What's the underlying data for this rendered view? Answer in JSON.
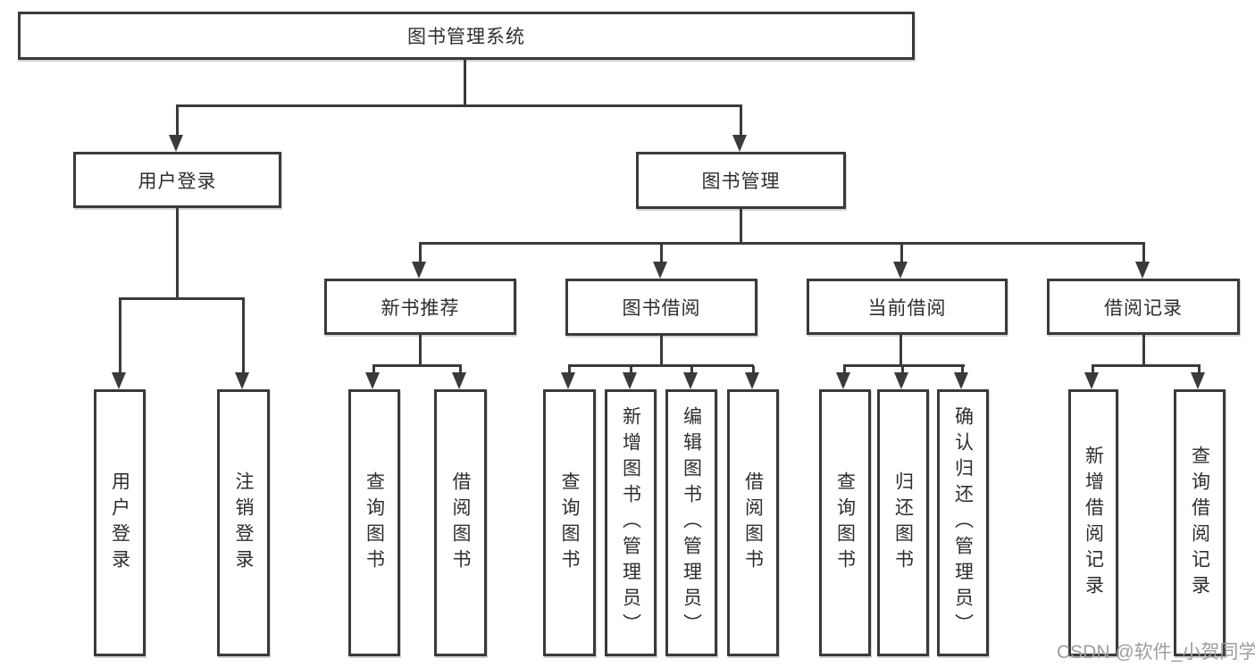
{
  "diagram": {
    "type": "functional-structure-tree",
    "title": "图书管理系统"
  },
  "colors": {
    "line": "#3a3a3a",
    "box_border": "#3a3a3a",
    "box_fill": "#ffffff",
    "text": "#2e2e2e",
    "watermark": "#9d9d9d",
    "background": "#ffffff"
  },
  "tree": {
    "root": {
      "label": "图书管理系统",
      "children": [
        {
          "label": "用户登录",
          "children": [
            {
              "label": "用户登录"
            },
            {
              "label": "注销登录"
            }
          ]
        },
        {
          "label": "图书管理",
          "children": [
            {
              "label": "新书推荐",
              "children": [
                {
                  "label": "查询图书"
                },
                {
                  "label": "借阅图书"
                }
              ]
            },
            {
              "label": "图书借阅",
              "children": [
                {
                  "label": "查询图书"
                },
                {
                  "label": "新增图书（管理员）"
                },
                {
                  "label": "编辑图书（管理员）"
                },
                {
                  "label": "借阅图书"
                }
              ]
            },
            {
              "label": "当前借阅",
              "children": [
                {
                  "label": "查询图书"
                },
                {
                  "label": "归还图书"
                },
                {
                  "label": "确认归还（管理员）"
                }
              ]
            },
            {
              "label": "借阅记录",
              "children": [
                {
                  "label": "新增借阅记录"
                },
                {
                  "label": "查询借阅记录"
                }
              ]
            }
          ]
        }
      ]
    }
  },
  "watermark": {
    "text": "CSDN @软件_小贺同学"
  }
}
